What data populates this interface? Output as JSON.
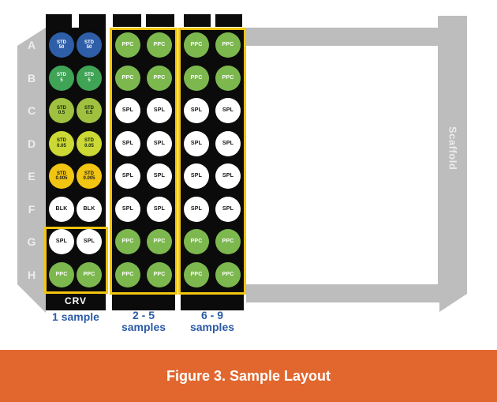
{
  "figure_caption": "Figure 3. Sample Layout",
  "scaffold_label": "Scaffold",
  "row_labels": [
    "A",
    "B",
    "C",
    "D",
    "E",
    "F",
    "G",
    "H"
  ],
  "well_types": {
    "STD50": {
      "lines": [
        "STD",
        "50"
      ],
      "bg": "#2e5ea8",
      "fg": "#ffffff"
    },
    "STD5": {
      "lines": [
        "STD",
        "5"
      ],
      "bg": "#3fa455",
      "fg": "#ffffff"
    },
    "STD0_5": {
      "lines": [
        "STD",
        "0.5"
      ],
      "bg": "#9fc13f",
      "fg": "#13230c"
    },
    "STD0_05": {
      "lines": [
        "STD",
        "0.05"
      ],
      "bg": "#ccd834",
      "fg": "#13230c"
    },
    "STD0_005": {
      "lines": [
        "STD",
        "0.005"
      ],
      "bg": "#f2c513",
      "fg": "#1a1a1a"
    },
    "BLK": {
      "lines": [
        "BLK"
      ],
      "bg": "#ffffff",
      "fg": "#111111"
    },
    "SPL": {
      "lines": [
        "SPL"
      ],
      "bg": "#ffffff",
      "fg": "#111111"
    },
    "PPC": {
      "lines": [
        "PPC"
      ],
      "bg": "#7cb84e",
      "fg": "#ffffff"
    }
  },
  "strips": [
    {
      "name": "strip-1",
      "caption_lines": [
        "1 sample"
      ],
      "footer_label": "CRV",
      "rows": [
        "STD50",
        "STD5",
        "STD0_5",
        "STD0_05",
        "STD0_005",
        "BLK",
        "SPL",
        "PPC"
      ],
      "highlighted_rows": "G-H"
    },
    {
      "name": "strip-2",
      "caption_lines": [
        "2 - 5",
        "samples"
      ],
      "footer_label": "",
      "rows": [
        "PPC",
        "PPC",
        "SPL",
        "SPL",
        "SPL",
        "SPL",
        "PPC",
        "PPC"
      ],
      "highlighted_rows": "A-H"
    },
    {
      "name": "strip-3",
      "caption_lines": [
        "6 - 9",
        "samples"
      ],
      "footer_label": "",
      "rows": [
        "PPC",
        "PPC",
        "SPL",
        "SPL",
        "SPL",
        "SPL",
        "PPC",
        "PPC"
      ],
      "highlighted_rows": "A-H"
    }
  ],
  "colors": {
    "highlight_yellow": "#f2c50f",
    "scaffold_gray": "#bdbdbd",
    "strip_black": "#0b0b0b",
    "caption_blue": "#2b5ba7",
    "banner_orange": "#e2672f",
    "banner_text": "#ffffff"
  }
}
